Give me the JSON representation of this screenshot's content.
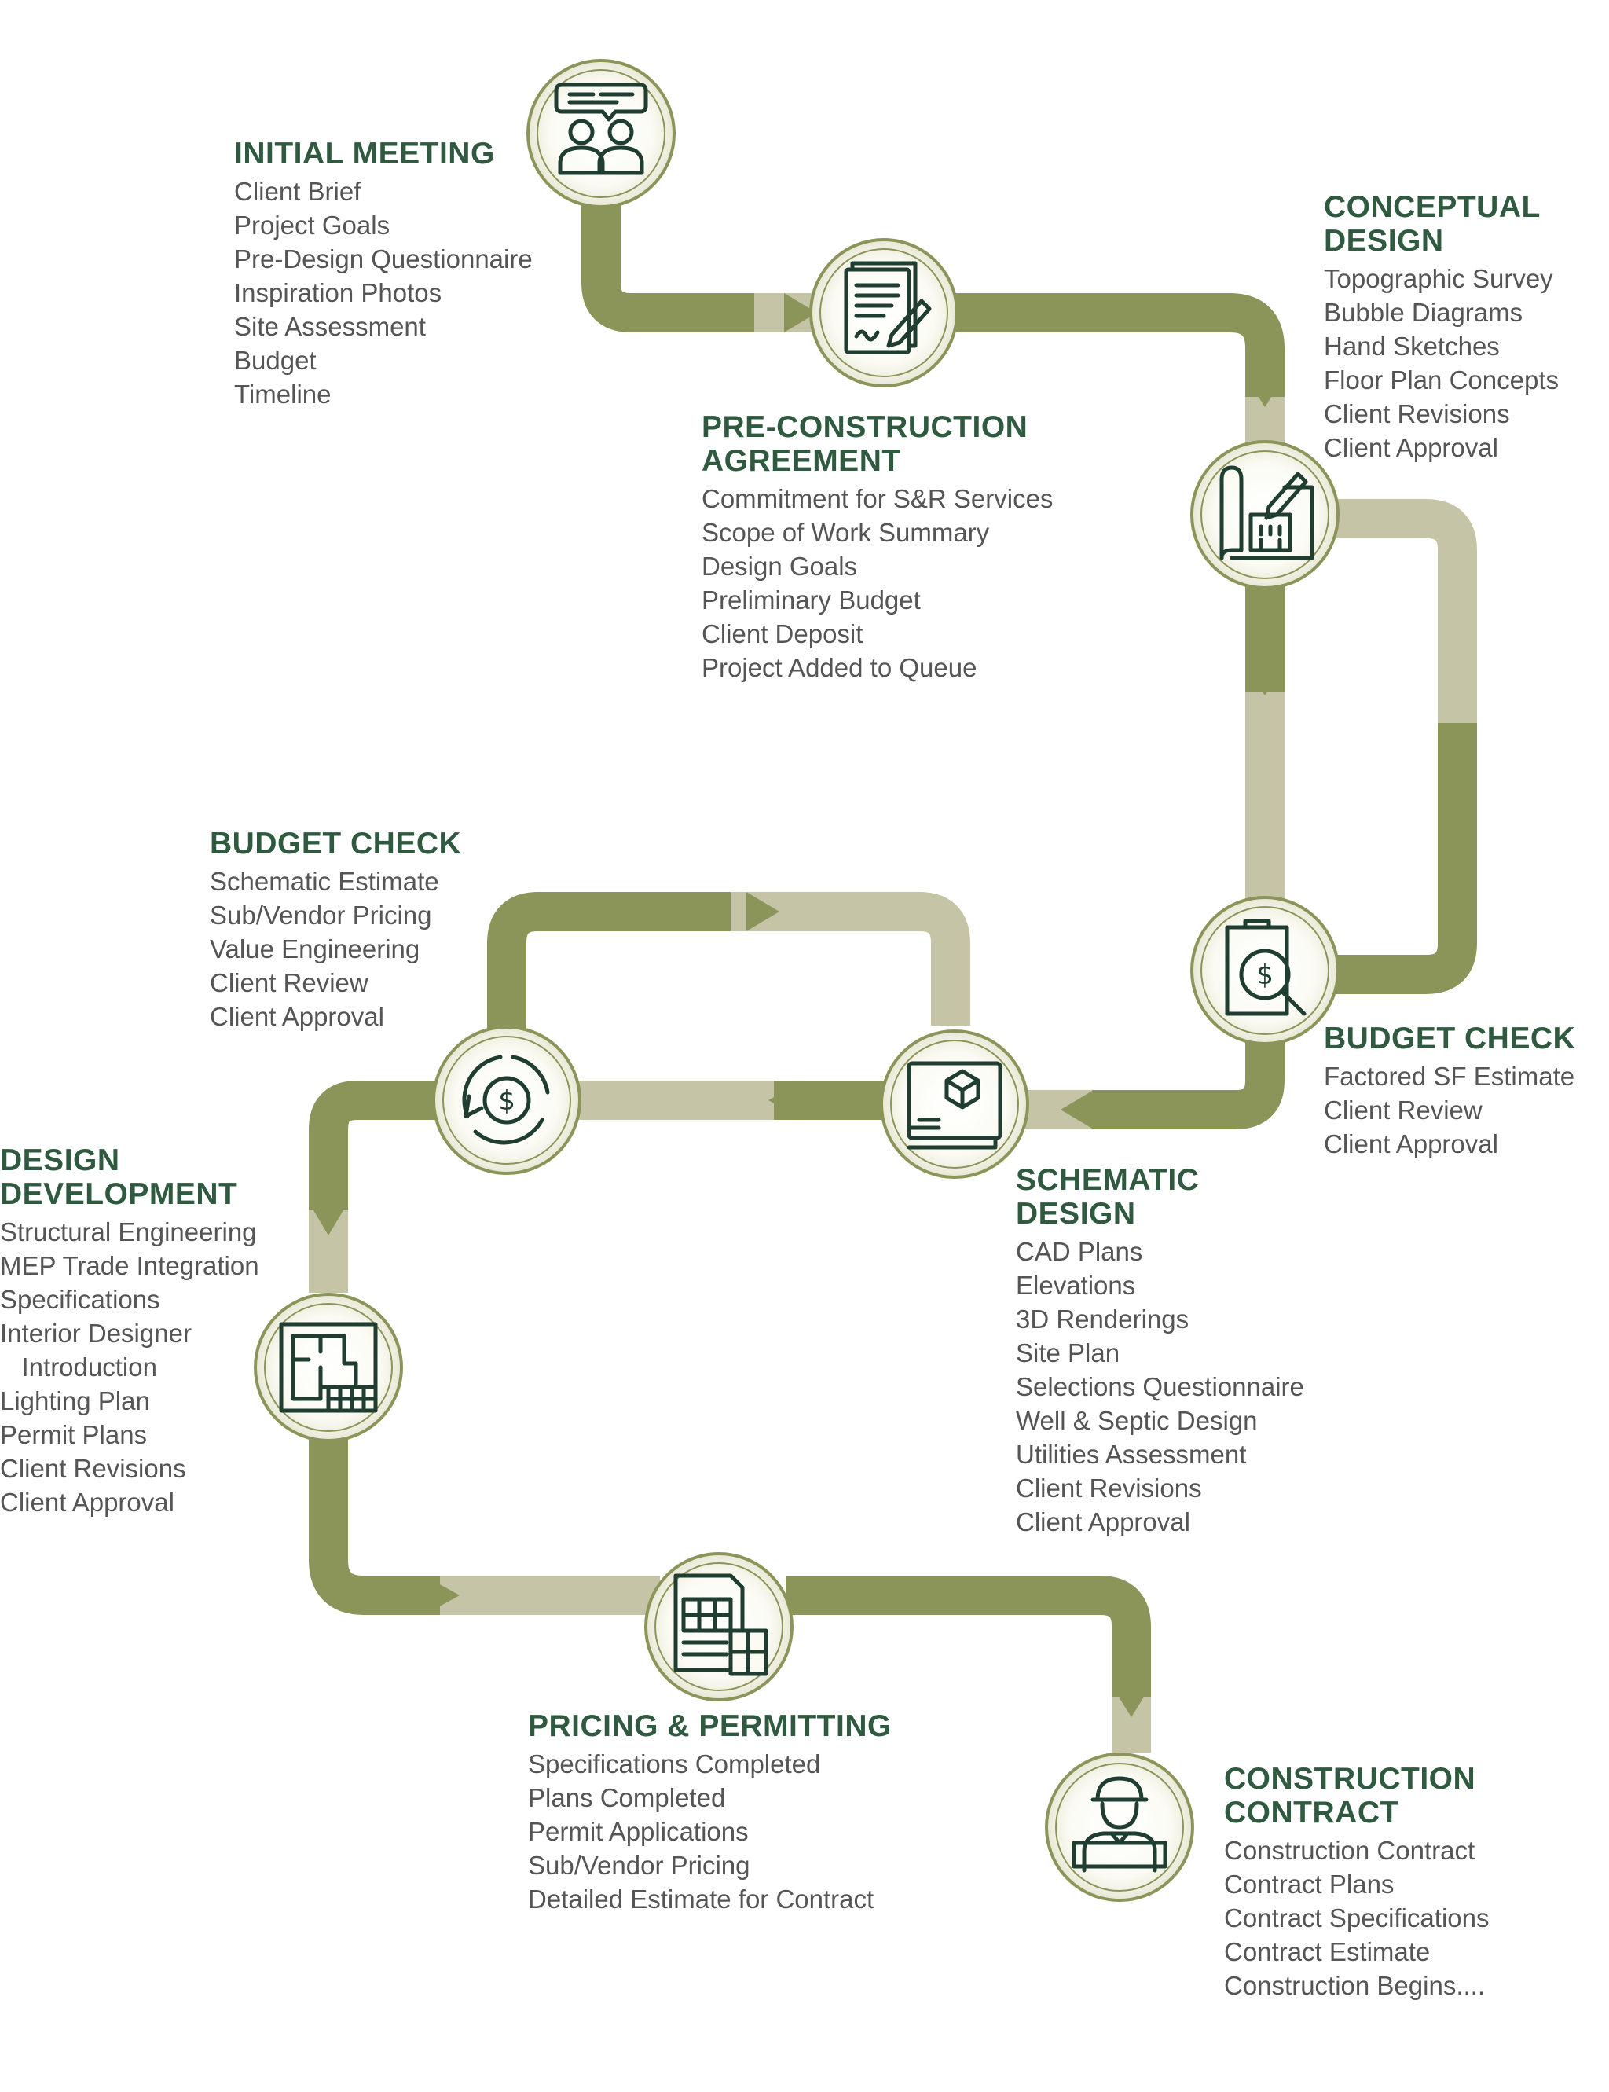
{
  "stages": {
    "initial_meeting": {
      "title": "INITIAL MEETING",
      "icon": "meeting-icon",
      "items": [
        "Client Brief",
        "Project Goals",
        "Pre-Design Questionnaire",
        "Inspiration Photos",
        "Site Assessment",
        "Budget",
        "Timeline"
      ]
    },
    "pre_construction": {
      "title_1": "PRE-CONSTRUCTION",
      "title_2": "AGREEMENT",
      "icon": "contract-signing-icon",
      "items": [
        "Commitment for S&R Services",
        "Scope of Work Summary",
        "Design Goals",
        "Preliminary Budget",
        "Client Deposit",
        "Project Added to Queue"
      ]
    },
    "conceptual_design": {
      "title_1": "CONCEPTUAL",
      "title_2": "DESIGN",
      "icon": "blueprint-building-icon",
      "items": [
        "Topographic Survey",
        "Bubble Diagrams",
        "Hand Sketches",
        "Floor Plan Concepts",
        "Client Revisions",
        "Client Approval"
      ]
    },
    "budget_check_1": {
      "title": "BUDGET CHECK",
      "icon": "budget-search-icon",
      "items": [
        "Factored SF Estimate",
        "Client Review",
        "Client Approval"
      ]
    },
    "schematic_design": {
      "title_1": "SCHEMATIC",
      "title_2": "DESIGN",
      "icon": "3d-model-screen-icon",
      "items": [
        "CAD Plans",
        "Elevations",
        "3D Renderings",
        "Site Plan",
        "Selections Questionnaire",
        "Well & Septic Design",
        "Utilities Assessment",
        "Client Revisions",
        "Client Approval"
      ]
    },
    "budget_check_2": {
      "title": "BUDGET CHECK",
      "icon": "dollar-cycle-icon",
      "items": [
        "Schematic Estimate",
        "Sub/Vendor Pricing",
        "Value Engineering",
        "Client Review",
        "Client Approval"
      ]
    },
    "design_development": {
      "title_1": "DESIGN",
      "title_2": "DEVELOPMENT",
      "icon": "floor-plan-icon",
      "items": [
        "Structural Engineering",
        "MEP Trade Integration",
        "Specifications",
        "Interior Designer",
        "   Introduction",
        "Lighting Plan",
        "Permit Plans",
        "Client Revisions",
        "Client Approval"
      ]
    },
    "pricing_permitting": {
      "title": "PRICING & PERMITTING",
      "icon": "spreadsheet-calculator-icon",
      "items": [
        "Specifications Completed",
        "Plans Completed",
        "Permit Applications",
        "Sub/Vendor Pricing",
        "Detailed Estimate for Contract"
      ]
    },
    "construction_contract": {
      "title_1": "CONSTRUCTION",
      "title_2": "CONTRACT",
      "icon": "construction-worker-icon",
      "items": [
        "Construction Contract",
        "Contract Plans",
        "Contract Specifications",
        "Contract Estimate",
        "Construction Begins...."
      ]
    }
  },
  "colors": {
    "path_dark": "#8c9559",
    "path_light": "#c5c4a6",
    "title": "#2f5a3f",
    "text": "#555555",
    "icon": "#1f3d30"
  }
}
